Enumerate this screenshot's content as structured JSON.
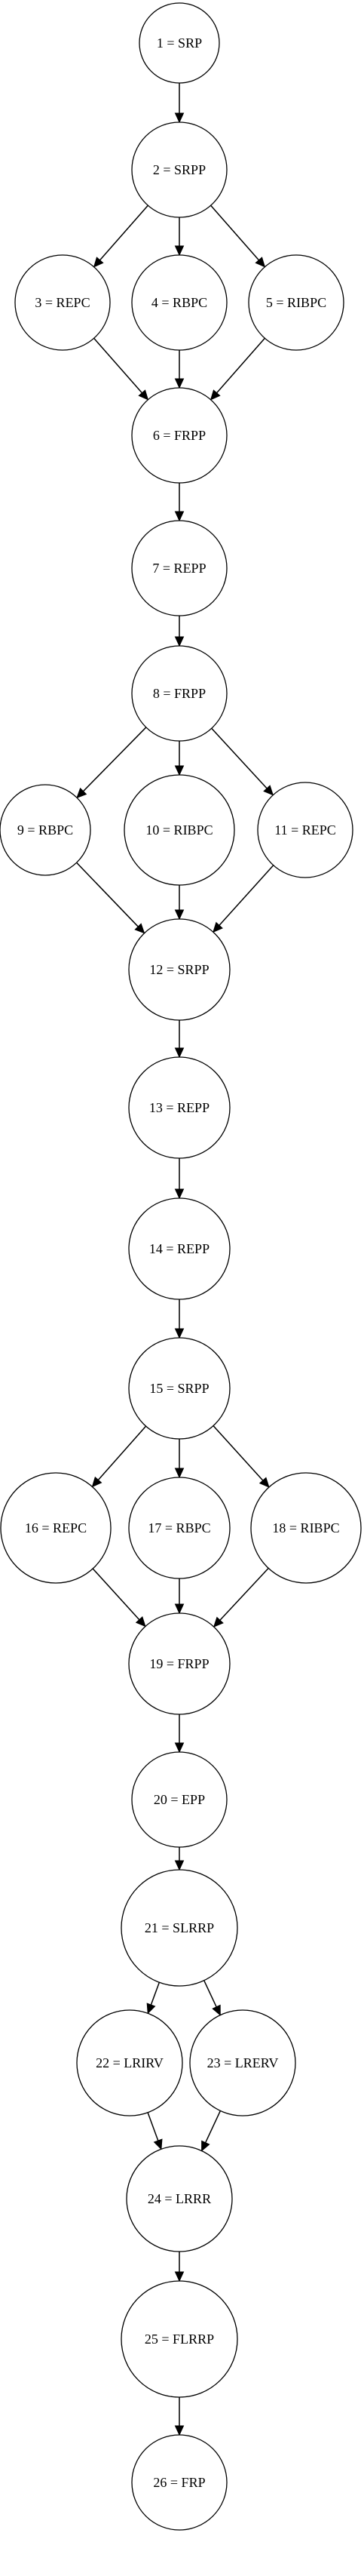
{
  "diagram": {
    "nodes": [
      {
        "id": "n1",
        "label": "1 = SRP"
      },
      {
        "id": "n2",
        "label": "2 = SRPP"
      },
      {
        "id": "n3",
        "label": "3 = REPC"
      },
      {
        "id": "n4",
        "label": "4 = RBPC"
      },
      {
        "id": "n5",
        "label": "5 = RIBPC"
      },
      {
        "id": "n6",
        "label": "6 = FRPP"
      },
      {
        "id": "n7",
        "label": "7 = REPP"
      },
      {
        "id": "n8",
        "label": "8 = FRPP"
      },
      {
        "id": "n9",
        "label": "9 = RBPC"
      },
      {
        "id": "n10",
        "label": "10 = RIBPC"
      },
      {
        "id": "n11",
        "label": "11 = REPC"
      },
      {
        "id": "n12",
        "label": "12 = SRPP"
      },
      {
        "id": "n13",
        "label": "13 = REPP"
      },
      {
        "id": "n14",
        "label": "14 = REPP"
      },
      {
        "id": "n15",
        "label": "15 = SRPP"
      },
      {
        "id": "n16",
        "label": "16 = REPC"
      },
      {
        "id": "n17",
        "label": "17 = RBPC"
      },
      {
        "id": "n18",
        "label": "18 = RIBPC"
      },
      {
        "id": "n19",
        "label": "19 = FRPP"
      },
      {
        "id": "n20",
        "label": "20 = EPP"
      },
      {
        "id": "n21",
        "label": "21 = SLRRP"
      },
      {
        "id": "n22",
        "label": "22 = LRIRV"
      },
      {
        "id": "n23",
        "label": "23 = LRERV"
      },
      {
        "id": "n24",
        "label": "24 = LRRR"
      },
      {
        "id": "n25",
        "label": "25 = FLRRP"
      },
      {
        "id": "n26",
        "label": "26 = FRP"
      }
    ],
    "edges": [
      [
        "n1",
        "n2"
      ],
      [
        "n2",
        "n3"
      ],
      [
        "n2",
        "n4"
      ],
      [
        "n2",
        "n5"
      ],
      [
        "n3",
        "n6"
      ],
      [
        "n4",
        "n6"
      ],
      [
        "n5",
        "n6"
      ],
      [
        "n6",
        "n7"
      ],
      [
        "n7",
        "n8"
      ],
      [
        "n8",
        "n9"
      ],
      [
        "n8",
        "n10"
      ],
      [
        "n8",
        "n11"
      ],
      [
        "n9",
        "n12"
      ],
      [
        "n10",
        "n12"
      ],
      [
        "n11",
        "n12"
      ],
      [
        "n12",
        "n13"
      ],
      [
        "n13",
        "n14"
      ],
      [
        "n14",
        "n15"
      ],
      [
        "n15",
        "n16"
      ],
      [
        "n15",
        "n17"
      ],
      [
        "n15",
        "n18"
      ],
      [
        "n16",
        "n19"
      ],
      [
        "n17",
        "n19"
      ],
      [
        "n18",
        "n19"
      ],
      [
        "n19",
        "n20"
      ],
      [
        "n20",
        "n21"
      ],
      [
        "n21",
        "n22"
      ],
      [
        "n21",
        "n23"
      ],
      [
        "n22",
        "n24"
      ],
      [
        "n23",
        "n24"
      ],
      [
        "n24",
        "n25"
      ],
      [
        "n25",
        "n26"
      ]
    ]
  }
}
